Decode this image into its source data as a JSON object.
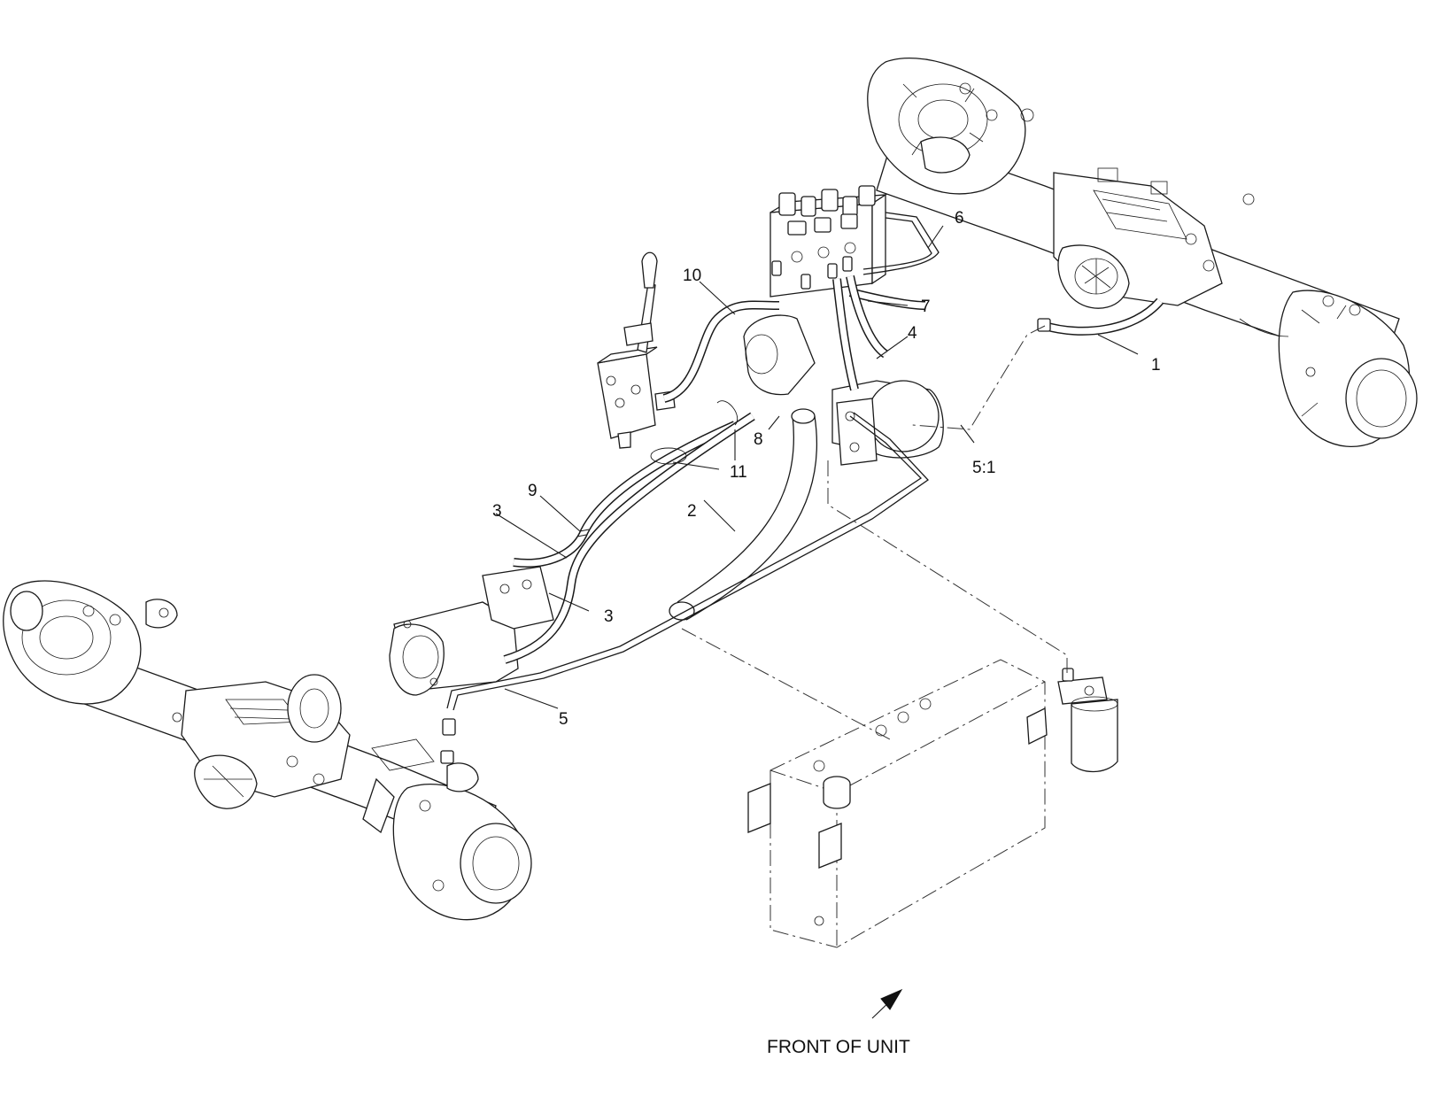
{
  "diagram": {
    "callouts": [
      {
        "id": "c1",
        "text": "1"
      },
      {
        "id": "c2",
        "text": "2"
      },
      {
        "id": "c3a",
        "text": "3"
      },
      {
        "id": "c3b",
        "text": "3"
      },
      {
        "id": "c4",
        "text": "4"
      },
      {
        "id": "c5",
        "text": "5"
      },
      {
        "id": "c51",
        "text": "5:1"
      },
      {
        "id": "c6",
        "text": "6"
      },
      {
        "id": "c7",
        "text": "7"
      },
      {
        "id": "c8",
        "text": "8"
      },
      {
        "id": "c9",
        "text": "9"
      },
      {
        "id": "c10",
        "text": "10"
      },
      {
        "id": "c11",
        "text": "11"
      }
    ],
    "front_label": "FRONT OF UNIT"
  },
  "colors": {
    "line": "#1a1a1a",
    "background": "#ffffff"
  }
}
